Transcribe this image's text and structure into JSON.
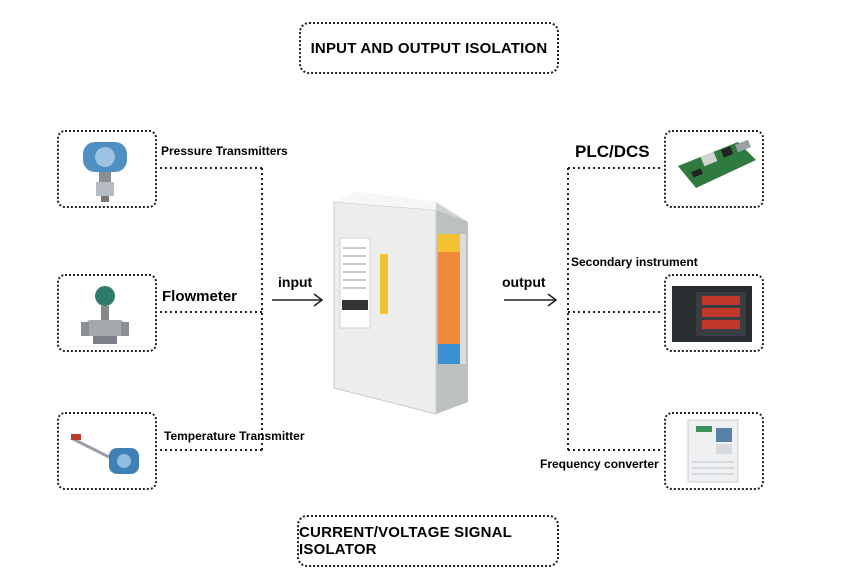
{
  "title_top": "INPUT AND OUTPUT ISOLATION",
  "title_bottom": "CURRENT/VOLTAGE SIGNAL ISOLATOR",
  "inputs": [
    {
      "label": "Pressure Transmitters",
      "icon": "pressure-transmitter-image"
    },
    {
      "label": "Flowmeter",
      "icon": "flowmeter-image"
    },
    {
      "label": "Temperature Transmitter",
      "icon": "temperature-transmitter-image"
    }
  ],
  "outputs": [
    {
      "label": "PLC/DCS",
      "icon": "plc-board-image"
    },
    {
      "label": "Secondary instrument",
      "icon": "panel-meter-image"
    },
    {
      "label": "Frequency converter",
      "icon": "frequency-converter-image"
    }
  ],
  "input_arrow_label": "input",
  "output_arrow_label": "output",
  "colors": {
    "line": "#222222",
    "device_body": "#e8eae8",
    "accent_yellow": "#f2c230",
    "accent_blue": "#3a8fd0",
    "accent_orange": "#f08a3a"
  }
}
